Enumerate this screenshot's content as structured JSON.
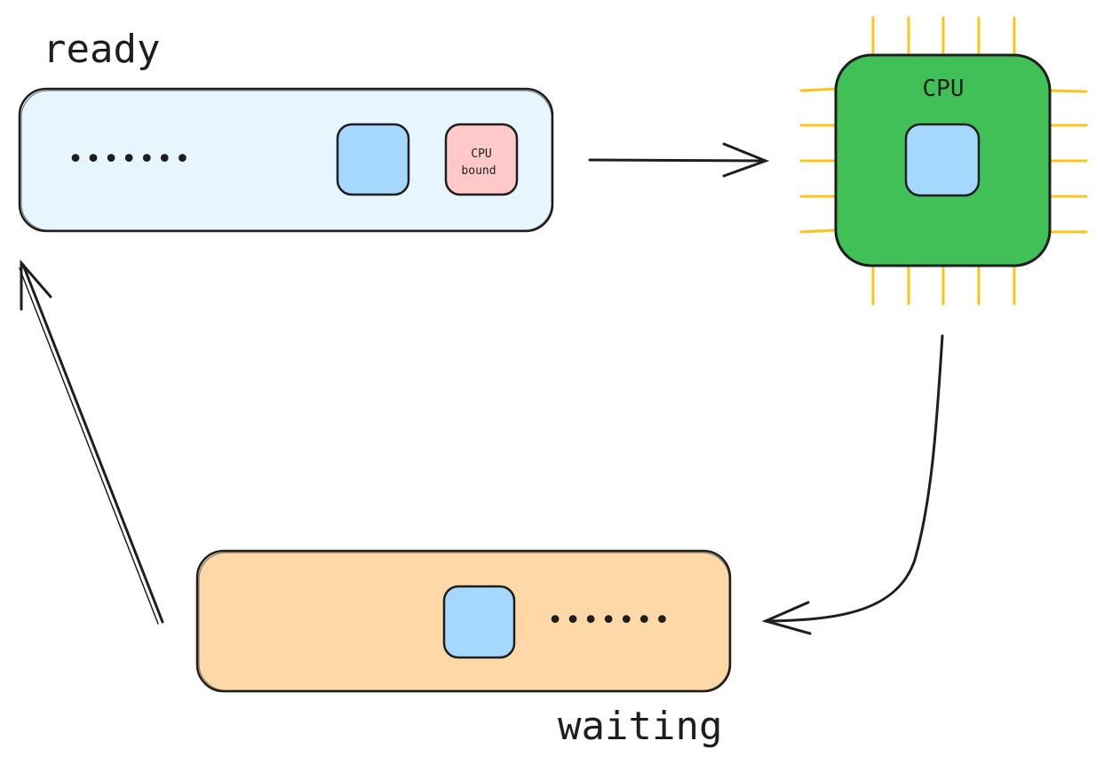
{
  "labels": {
    "ready": "ready",
    "waiting": "waiting",
    "cpu": "CPU",
    "cpu_bound_line1": "CPU",
    "cpu_bound_line2": "bound",
    "ready_dots": "•••••••",
    "waiting_dots": "•••••••"
  },
  "colors": {
    "ready_queue_fill": "#e7f5ff",
    "waiting_queue_fill": "#ffd8a8",
    "process_fill": "#a5d8ff",
    "cpu_bound_fill": "#ffc9c9",
    "cpu_fill": "#40c057",
    "cpu_pins": "#fcc419",
    "stroke": "#1e1e1e"
  }
}
